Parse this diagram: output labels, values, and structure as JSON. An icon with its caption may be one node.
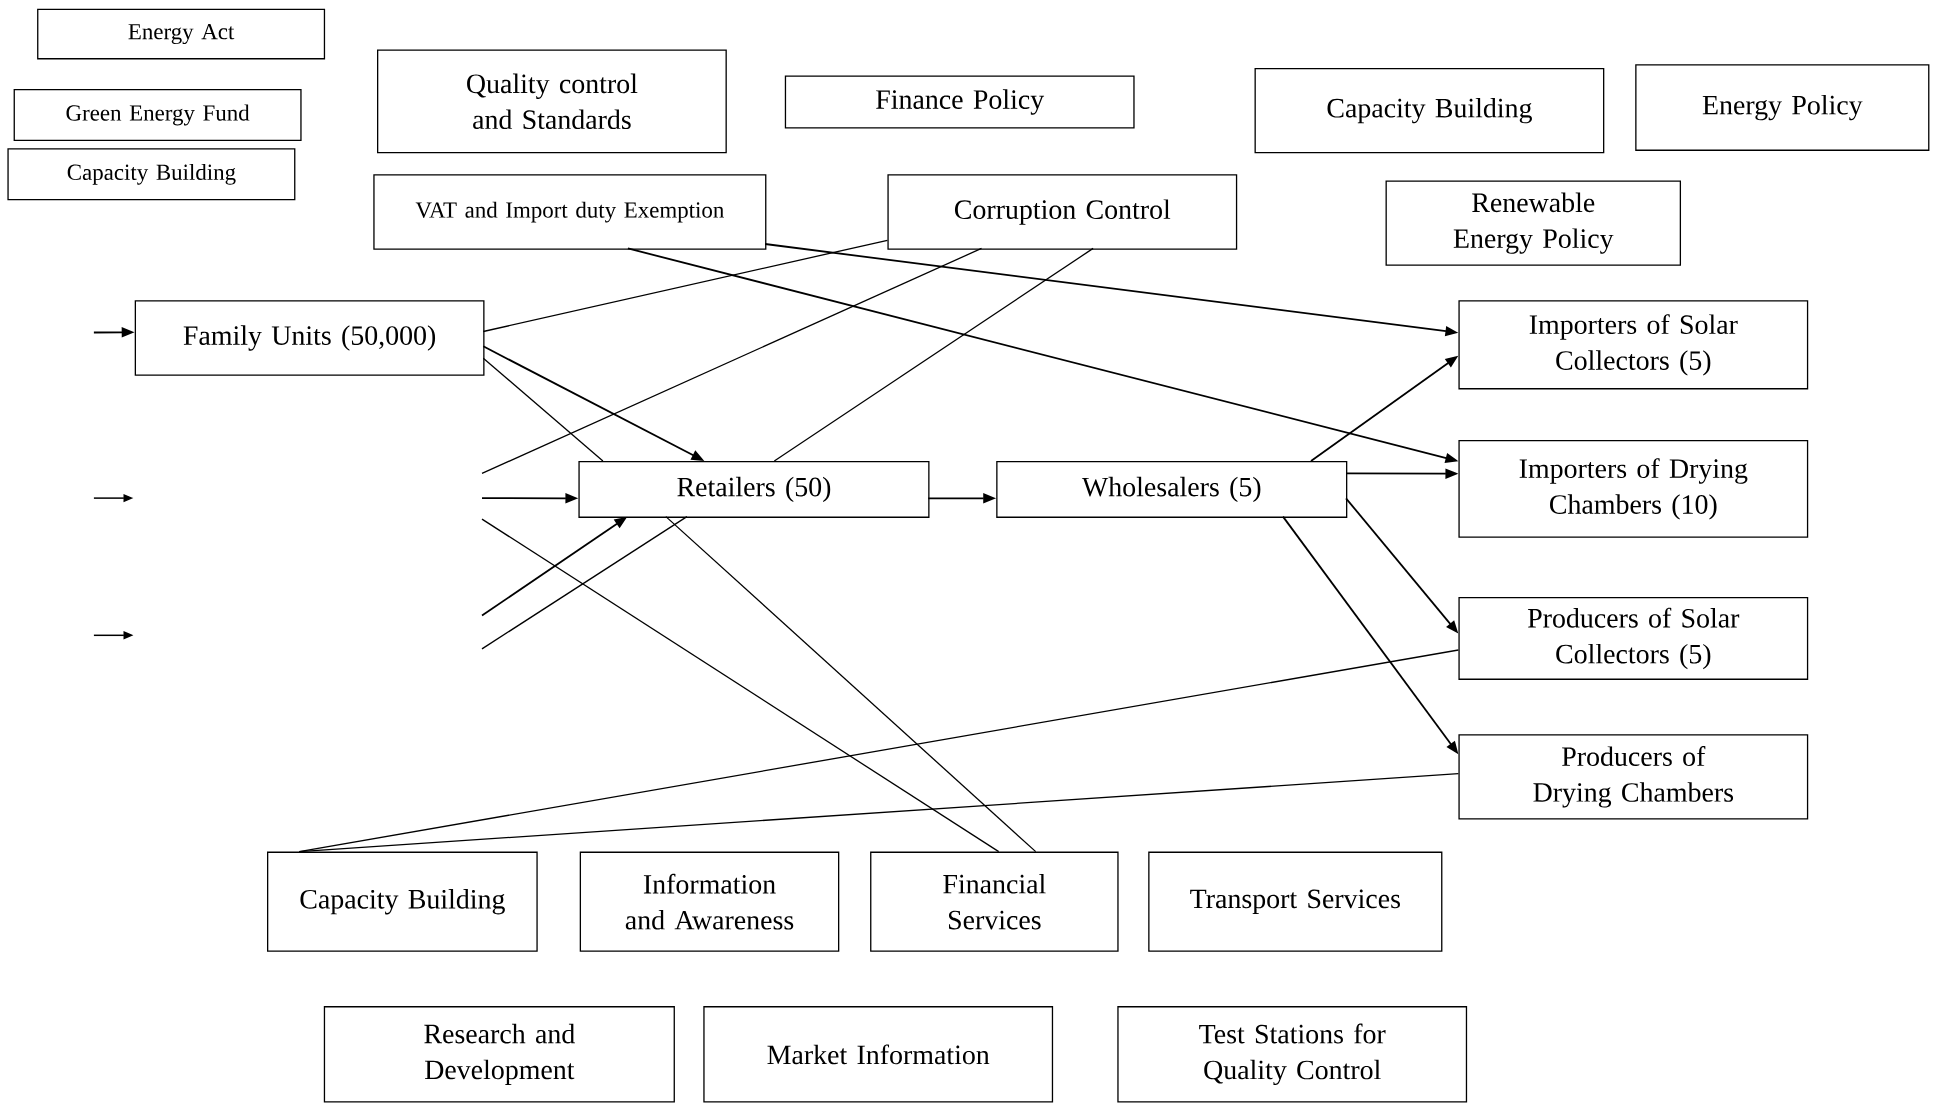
{
  "diagram": {
    "nodes": [
      {
        "text": [
          "Energy Act"
        ]
      },
      {
        "text": [
          "Green Energy Fund"
        ]
      },
      {
        "text": [
          "Capacity Building"
        ]
      },
      {
        "text": [
          "Quality control and Standards"
        ]
      },
      {
        "text": [
          "Finance Policy"
        ]
      },
      {
        "text": [
          "Capacity Building"
        ]
      },
      {
        "text": [
          "Energy Policy"
        ]
      },
      {
        "text": [
          "VAT and Import duty Exemption"
        ]
      },
      {
        "text": [
          "Corruption Control"
        ]
      },
      {
        "text": [
          "Renewable Energy Policy"
        ]
      },
      {
        "text": [
          "Family Units (50,000)"
        ]
      },
      {
        "text": [
          "Retailers (50)"
        ]
      },
      {
        "text": [
          "Wholesalers (5)"
        ]
      },
      {
        "text": [
          "Importers of Solar Collectors (5)"
        ]
      },
      {
        "text": [
          "Importers of Drying Chambers (10)"
        ]
      },
      {
        "text": [
          "Producers of Solar Collectors (5)"
        ]
      },
      {
        "text": [
          "Producers of Drying Chambers"
        ]
      },
      {
        "text": [
          "Capacity Building"
        ]
      },
      {
        "text": [
          "Information and Awareness"
        ]
      },
      {
        "text": [
          "Financial Services"
        ]
      },
      {
        "text": [
          "Transport Services"
        ]
      },
      {
        "text": [
          "Research and Development"
        ]
      },
      {
        "text": [
          "Market Information"
        ]
      },
      {
        "text": [
          "Test Stations for Quality Control"
        ]
      }
    ],
    "edges": [
      {
        "from": 7,
        "to": 13,
        "arrow": "to"
      },
      {
        "from": 7,
        "to": 14,
        "arrow": "to"
      },
      {
        "from": 8,
        "to": 10,
        "arrow": "none"
      },
      {
        "from": 8,
        "to": null,
        "arrow": "none"
      },
      {
        "from": 8,
        "to": 11,
        "arrow": "none"
      },
      {
        "from": 10,
        "to": 11,
        "arrow": "to"
      },
      {
        "from": 10,
        "to": 11,
        "arrow": "none"
      },
      {
        "from": null,
        "to": 11,
        "arrow": "to"
      },
      {
        "from": null,
        "to": 19,
        "arrow": "none"
      },
      {
        "from": null,
        "to": 11,
        "arrow": "to"
      },
      {
        "from": null,
        "to": 11,
        "arrow": "none"
      },
      {
        "from": 11,
        "to": 19,
        "arrow": "none"
      },
      {
        "from": 11,
        "to": 12,
        "arrow": "to"
      },
      {
        "from": 12,
        "to": 13,
        "arrow": "to"
      },
      {
        "from": 12,
        "to": 14,
        "arrow": "to"
      },
      {
        "from": 12,
        "to": 15,
        "arrow": "to"
      },
      {
        "from": 12,
        "to": 16,
        "arrow": "to"
      },
      {
        "from": 17,
        "to": 15,
        "arrow": "none"
      },
      {
        "from": 17,
        "to": 16,
        "arrow": "none"
      },
      {
        "from": null,
        "to": 10,
        "arrow": "to"
      }
    ]
  }
}
